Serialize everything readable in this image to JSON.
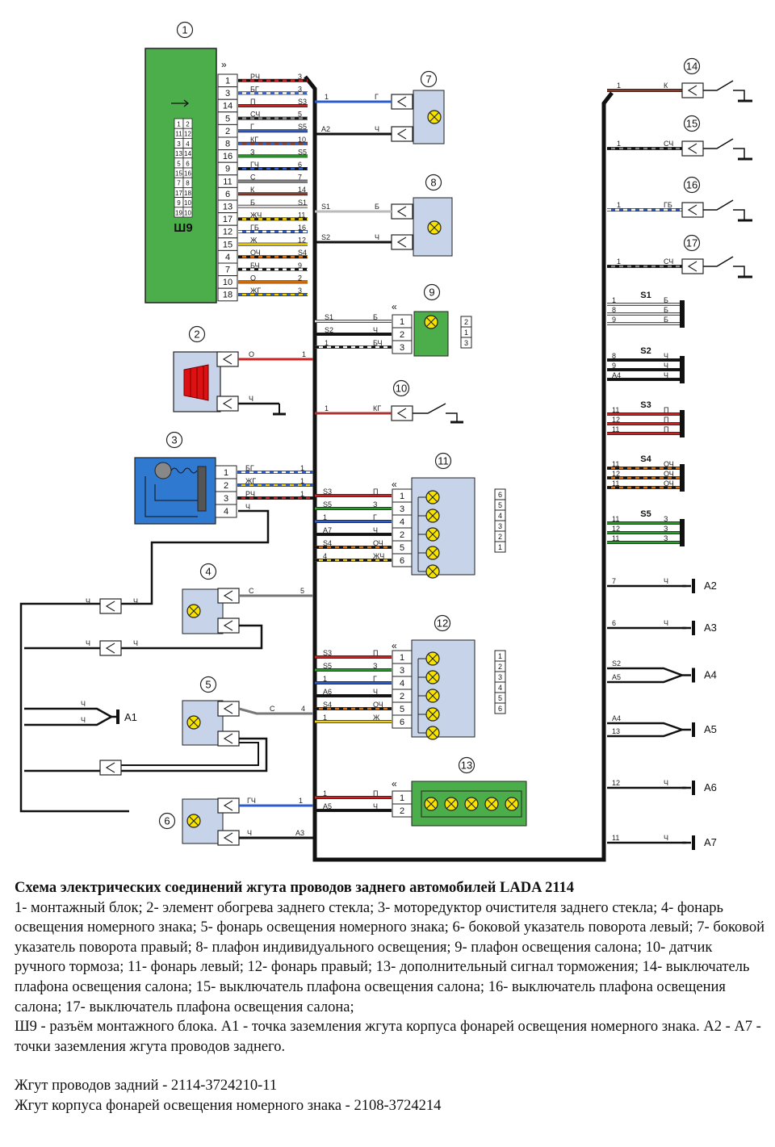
{
  "diagram": {
    "connector_label": "Ш9",
    "block1_pins": [
      "1",
      "3",
      "14",
      "5",
      "2",
      "8",
      "16",
      "9",
      "11",
      "6",
      "13",
      "17",
      "12",
      "15",
      "4",
      "7",
      "10",
      "18"
    ],
    "block1_wires": [
      "РЧ",
      "БГ",
      "П",
      "СЧ",
      "Г",
      "КГ",
      "З",
      "ГЧ",
      "С",
      "К",
      "Б",
      "ЖЧ",
      "ГБ",
      "Ж",
      "ОЧ",
      "БЧ",
      "О",
      "ЖГ"
    ],
    "block1_dest": [
      "3",
      "3",
      "S3",
      "5",
      "S5",
      "10",
      "S5",
      "6",
      "7",
      "14",
      "S1",
      "11",
      "16",
      "12",
      "S4",
      "9",
      "2",
      "3"
    ],
    "socket_grid": [
      [
        "1",
        "2"
      ],
      [
        "11",
        "12"
      ],
      [
        "3",
        "4"
      ],
      [
        "13",
        "14"
      ],
      [
        "5",
        "6"
      ],
      [
        "15",
        "16"
      ],
      [
        "7",
        "8"
      ],
      [
        "17",
        "18"
      ],
      [
        "9",
        "10"
      ],
      [
        "19",
        "10"
      ]
    ],
    "comp_numbers": [
      "1",
      "2",
      "3",
      "4",
      "5",
      "6",
      "7",
      "8",
      "9",
      "10",
      "11",
      "12",
      "13",
      "14",
      "15",
      "16",
      "17"
    ],
    "ground_labels": [
      "A1",
      "A2",
      "A3",
      "A4",
      "A5",
      "A6",
      "A7"
    ],
    "splice_labels": [
      "S1",
      "S2",
      "S3",
      "S4",
      "S5"
    ],
    "lamp11_pins": [
      "1",
      "3",
      "4",
      "2",
      "5",
      "6"
    ],
    "lamp11_wires": [
      "П",
      "З",
      "Г",
      "Ч",
      "ОЧ",
      "ЖЧ"
    ],
    "lamp11_src": [
      "S3",
      "S5",
      "1",
      "A7",
      "S4",
      "4"
    ],
    "lamp12_pins": [
      "1",
      "3",
      "4",
      "2",
      "5",
      "6"
    ],
    "lamp12_wires": [
      "П",
      "З",
      "Г",
      "Ч",
      "ОЧ",
      "Ж"
    ],
    "lamp12_src": [
      "S3",
      "S5",
      "1",
      "A6",
      "S4",
      "1"
    ],
    "aux_pins_11": [
      "6",
      "5",
      "4",
      "3",
      "2",
      "1"
    ],
    "aux_pins_12": [
      "1",
      "2",
      "3",
      "4",
      "5",
      "6"
    ],
    "aux_pins_9": [
      "2",
      "1",
      "3"
    ],
    "comp9_pins": [
      "1",
      "2",
      "3"
    ],
    "comp9_wires": [
      "Б",
      "Ч",
      "БЧ"
    ],
    "comp9_src": [
      "S1",
      "S2",
      "1"
    ],
    "comp3_pins": [
      "1",
      "2",
      "3",
      "4"
    ],
    "comp3_wires": [
      "БГ",
      "ЖГ",
      "РЧ",
      "Ч"
    ],
    "s_groups": [
      {
        "name": "S1",
        "in": [
          "1",
          "8",
          "9"
        ],
        "wire": "Б"
      },
      {
        "name": "S2",
        "in": [
          "8",
          "9",
          "A4"
        ],
        "wire": "Ч"
      },
      {
        "name": "S3",
        "in": [
          "11",
          "12",
          "11"
        ],
        "wire": "П"
      },
      {
        "name": "S4",
        "in": [
          "11",
          "12",
          "11"
        ],
        "wire": "ОЧ"
      },
      {
        "name": "S5",
        "in": [
          "11",
          "12",
          "11"
        ],
        "wire": "З"
      }
    ],
    "sw_wires": [
      "К",
      "СЧ",
      "ГБ",
      "СЧ"
    ],
    "misc": {
      "w7a": "Г",
      "w7b": "Ч",
      "w8a": "Б",
      "w8b": "Ч",
      "w2a": "О",
      "w2b": "Ч",
      "w10": "КГ",
      "w4": "С",
      "w5": "С",
      "w6a": "ГЧ",
      "w6b": "Ч",
      "w13a": "П",
      "w13b": "Ч",
      "ch": "Ч",
      "one": "1",
      "two": "2",
      "three": "3",
      "four": "4",
      "five": "5",
      "six": "6",
      "seven": "7",
      "a2": "A2",
      "a3": "A3",
      "s1": "S1",
      "s2": "S2"
    }
  },
  "caption": {
    "title": "Схема электрических соединений жгута проводов заднего автомобилей LADA 2114",
    "body": "1- монтажный блок; 2- элемент обогрева заднего стекла; 3- моторедуктор очистителя заднего стекла; 4- фонарь освещения номерного знака; 5- фонарь освещения номерного знака; 6- боковой указатель поворота левый; 7- боковой указатель поворота правый; 8- плафон индивидуального освещения; 9- плафон освещения салона; 10- датчик ручного тормоза; 11- фонарь левый; 12- фонарь правый; 13- дополнительный сигнал торможения; 14- выключатель плафона освещения салона; 15- выключатель плафона освещения салона; 16- выключатель плафона освещения салона; 17- выключатель плафона освещения салона;",
    "sh9": "Ш9 - разъём монтажного блока. А1 - точка заземления жгута корпуса фонарей освещения номерного знака. А2 - А7 - точки заземления жгута проводов заднего.",
    "harness1": "Жгут проводов задний - 2114-3724210-11",
    "harness2": "Жгут корпуса фонарей освещения номерного знака - 2108-3724214"
  }
}
